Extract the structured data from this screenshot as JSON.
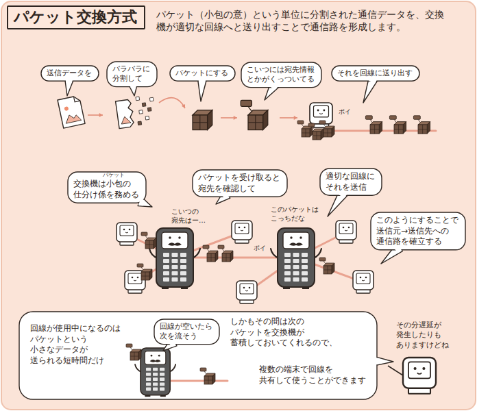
{
  "diagram": {
    "title": "パケット交換方式",
    "nodes": [
      {
        "text": [
          "送信データを"
        ]
      },
      {
        "text": [
          "バラバラに 分割して"
        ]
      },
      {
        "text": [
          "パケットにする"
        ]
      },
      {
        "text": [
          "こいつには宛先情報 とかがくっついてる"
        ]
      },
      {
        "text": [
          "それを回線に送り出す"
        ]
      },
      {
        "text": [
          "交換機は小包の 仕分け係を務める"
        ]
      },
      {
        "text": [
          "パケットを受け取ると 宛先を確認して"
        ]
      },
      {
        "text": [
          "適切な回線に それを送信"
        ]
      },
      {
        "text": [
          "このようにすることで 送信元→送信先への 通信路を確立する"
        ]
      },
      {
        "text": [
          "回線が使用中になるのは パケットという 小さなデータが 送られる短時間だけ",
          "しかもその間は次の パケットを交換機が 蓄積しておいてくれるので、",
          "複数の端末で回線を 共有して使うことができます"
        ]
      },
      {
        "text": [
          "回線が空いたら 次を流そう"
        ],
        "in": 9
      }
    ],
    "labels": [
      "パケット（小包の意）という単位に分割された通信データを、交換 機が適切な回線へと送り出すことで通信路を形成します。",
      "ポイ",
      "パケット",
      "こいつの 宛先はー…",
      "このパケットは こっちだな",
      "ポイ",
      "その分遅延が 発生したりも ありますけどね"
    ]
  }
}
